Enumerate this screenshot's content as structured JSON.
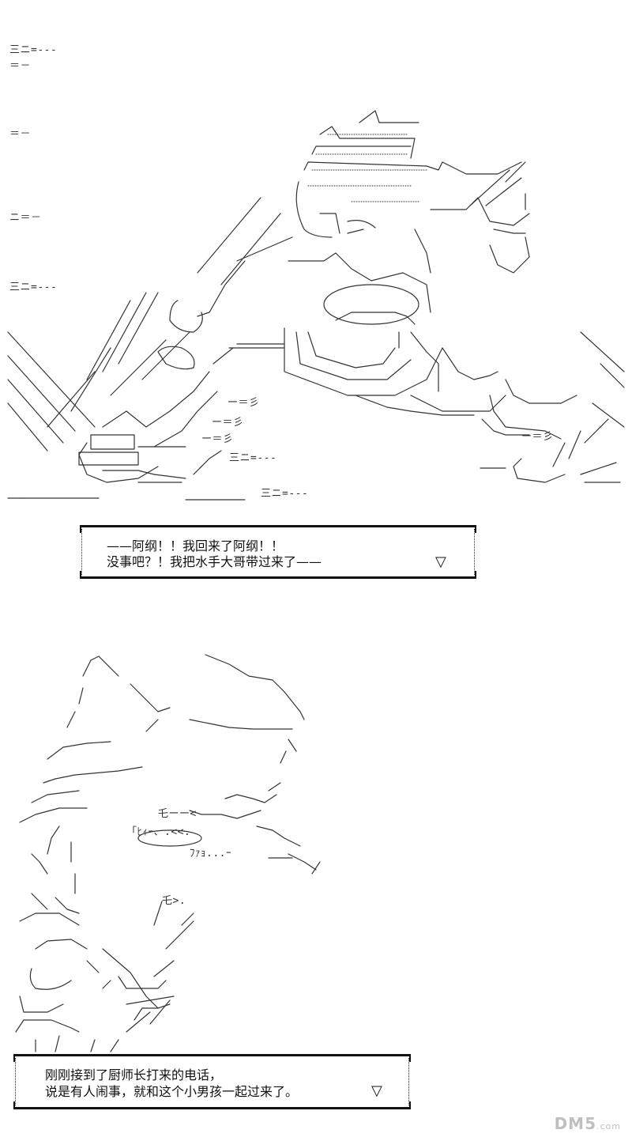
{
  "panels": [
    {
      "speech": {
        "lines": [
          "——阿纲！！我回来了阿纲！！",
          "没事吧？！我把水手大哥带过来了——"
        ],
        "next_marker": "▽"
      }
    },
    {
      "speech": {
        "lines": [
          "刚刚接到了厨师长打来的电话，",
          "说是有人闹事，就和这个小男孩一起过来了。"
        ],
        "next_marker": "▽"
      }
    }
  ],
  "sfx": {
    "line_a": "三ニ=---",
    "line_b": "＝－",
    "line_c": "＝－",
    "line_d": "ニ＝－",
    "line_e": "三ニ=---",
    "line_f": "三ニ=---",
    "line_g": "三ニ=---",
    "line_h": "ー＝彡",
    "line_i": "ー＝彡",
    "line_j": "ー＝彡",
    "line_k": "ー＝彡",
    "cry_1": "「ﾋｨｰ、.<<.",
    "cry_2": "ﾌｧｮ...ｰ",
    "cry_3": "乇>.",
    "cry_4": "乇ーー<"
  },
  "watermark": {
    "brand": "DM5",
    "domain": ".com"
  }
}
